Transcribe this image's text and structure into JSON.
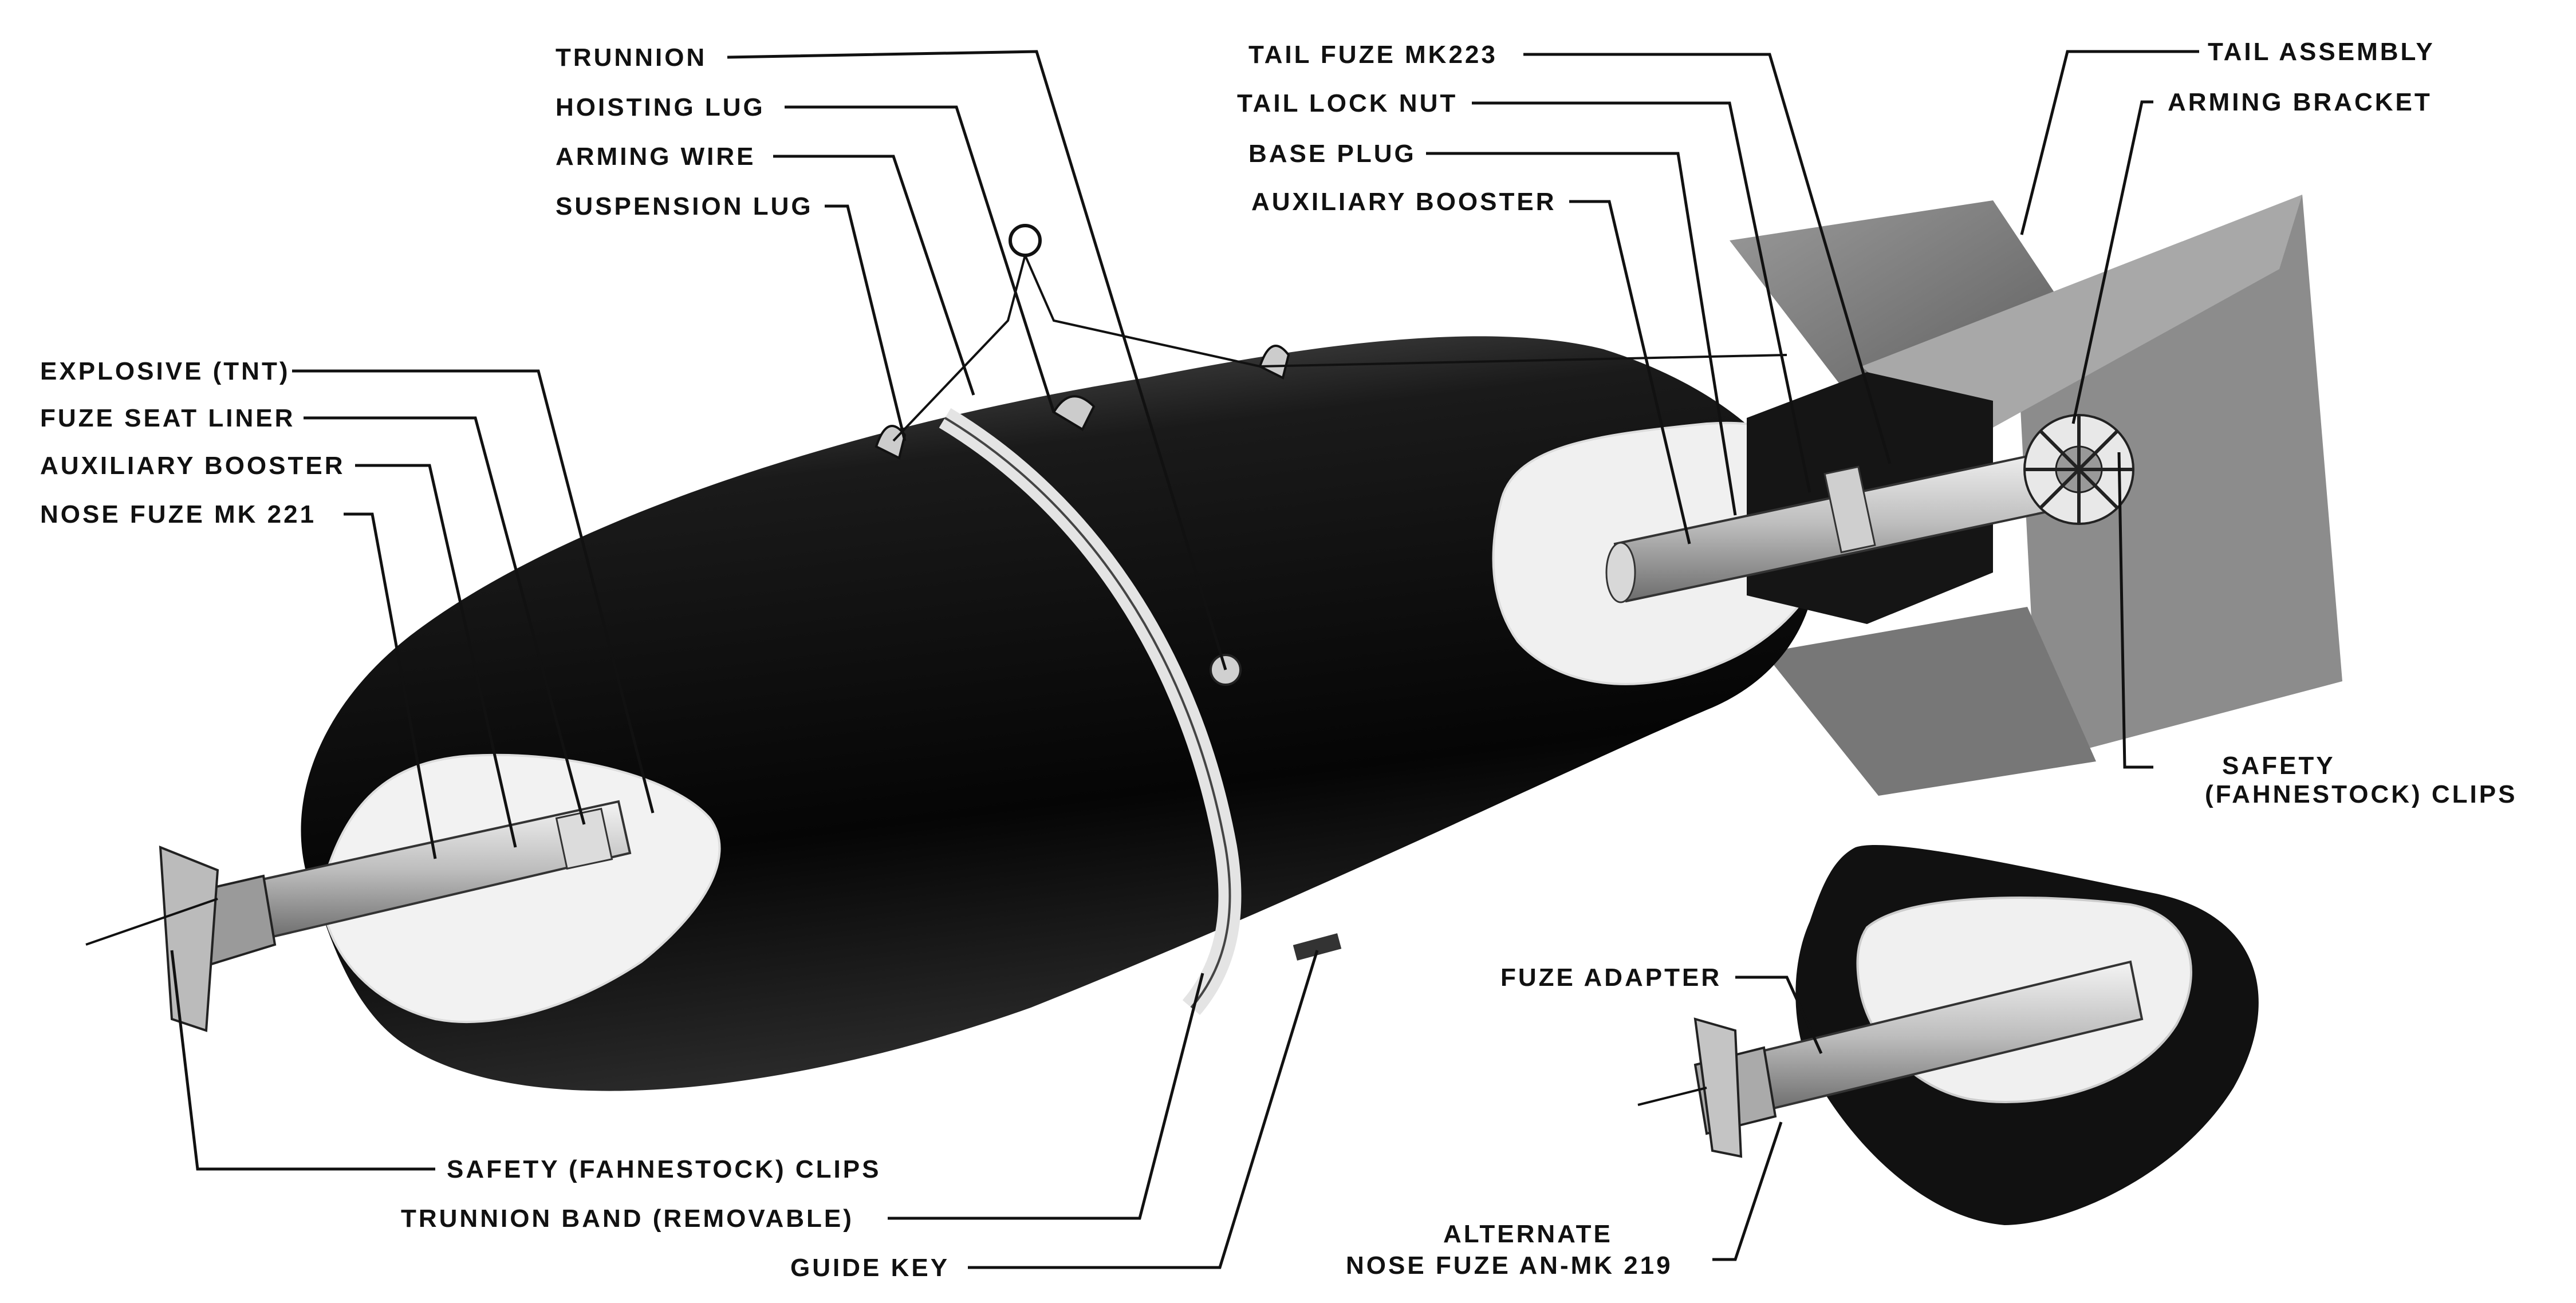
{
  "labels": {
    "trunnion": "TRUNNION",
    "hoisting_lug": "HOISTING LUG",
    "arming_wire": "ARMING WIRE",
    "suspension_lug": "SUSPENSION LUG",
    "tail_fuze": "TAIL FUZE MK223",
    "tail_lock_nut": "TAIL LOCK NUT",
    "base_plug": "BASE PLUG",
    "aux_booster_tail": "AUXILIARY BOOSTER",
    "tail_assembly": "TAIL ASSEMBLY",
    "arming_bracket": "ARMING BRACKET",
    "explosive": "EXPLOSIVE (TNT)",
    "fuze_seat_liner": "FUZE SEAT LINER",
    "aux_booster_nose": "AUXILIARY BOOSTER",
    "nose_fuze": "NOSE FUZE MK 221",
    "safety_clips_tail_1": "SAFETY",
    "safety_clips_tail_2": "(FAHNESTOCK) CLIPS",
    "fuze_adapter": "FUZE ADAPTER",
    "safety_clips_nose": "SAFETY (FAHNESTOCK) CLIPS",
    "trunnion_band": "TRUNNION BAND (REMOVABLE)",
    "guide_key": "GUIDE KEY",
    "alt_nose_fuze_1": "ALTERNATE",
    "alt_nose_fuze_2": "NOSE FUZE AN-MK 219"
  },
  "colors": {
    "ink": "#111111",
    "paper": "#ffffff",
    "body_dark": "#0d0d0d",
    "body_light": "#5a5a5a",
    "cutaway": "#eeeeee",
    "metal": "#c9c9c9"
  }
}
